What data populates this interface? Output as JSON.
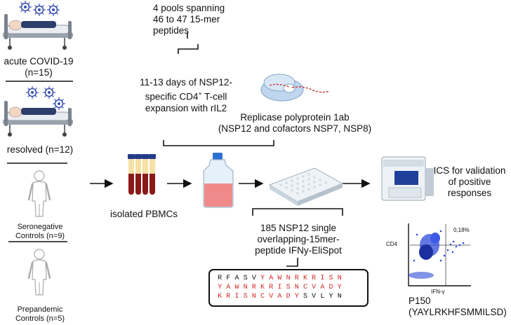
{
  "groups": {
    "acute": {
      "line1": "acute COVID-19",
      "line2": "(n=15)"
    },
    "resolved": {
      "line1": "resolved (n=12)"
    },
    "seronegative": {
      "line1": "Seronegative",
      "line2": "Controls (n=9)"
    },
    "prepandemic": {
      "line1": "Prepandemic",
      "line2": "Controls (n=5)"
    }
  },
  "steps": {
    "pools": {
      "line1": "4 pools spanning",
      "line2": "46 to 47 15-mer",
      "line3": "peptides"
    },
    "expansion": {
      "line1": "11-13 days of NSP12-",
      "line2a": "specific CD4",
      "line2sup": "+",
      "line2b": " T-cell",
      "line3": "expansion with rIL2"
    },
    "replicase": {
      "line1": "Replicase polyprotein 1ab",
      "line2": "(NSP12 and cofactors NSP7, NSP8)"
    },
    "pbmc": {
      "label": "isolated PBMCs"
    },
    "elispot": {
      "line1": "185 NSP12 single",
      "line2": "overlapping-15mer-",
      "line3": "peptide IFNy-EliSpot"
    },
    "ics": {
      "line1": "ICS for validation",
      "line2": "of positive",
      "line3": "responses"
    }
  },
  "peptide_grid": [
    {
      "letters": [
        "R",
        "F",
        "A",
        "S",
        "V",
        "Y",
        "A",
        "W",
        "N",
        "R",
        "K",
        "R",
        "I",
        "S",
        "N"
      ],
      "red": [
        false,
        false,
        false,
        false,
        false,
        true,
        true,
        true,
        true,
        true,
        true,
        true,
        true,
        true,
        true
      ]
    },
    {
      "letters": [
        "Y",
        "A",
        "W",
        "N",
        "R",
        "K",
        "R",
        "I",
        "S",
        "N",
        "C",
        "V",
        "A",
        "D",
        "Y"
      ],
      "red": [
        true,
        true,
        true,
        true,
        true,
        true,
        true,
        true,
        true,
        true,
        true,
        true,
        true,
        true,
        true
      ]
    },
    {
      "letters": [
        "K",
        "R",
        "I",
        "S",
        "N",
        "C",
        "V",
        "A",
        "D",
        "Y",
        "S",
        "V",
        "L",
        "Y",
        "N"
      ],
      "red": [
        true,
        true,
        true,
        true,
        true,
        true,
        true,
        true,
        true,
        true,
        false,
        false,
        false,
        false,
        false
      ]
    }
  ],
  "flow_plot": {
    "ylabel": "CD4",
    "xlabel": "IFN-γ",
    "quadrant_value": "0,18%"
  },
  "result": {
    "line1": "P150",
    "line2": "(YAYLRKHFSMMILSD)"
  },
  "colors": {
    "red_residue": "#d12525",
    "flask_media": "#f08a8a",
    "blood": "#8a1a1a",
    "flow_dots": "#2f4bd6",
    "virus": "#3a4fb4"
  }
}
